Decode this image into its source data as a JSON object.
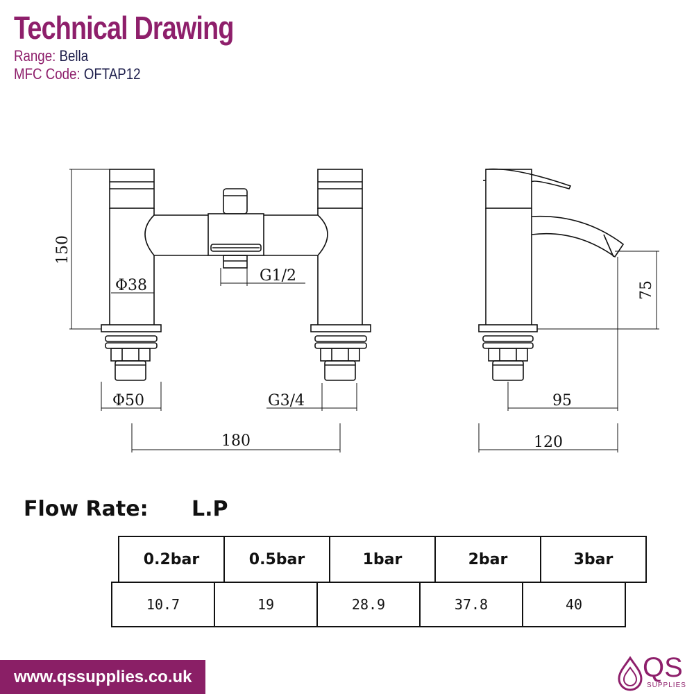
{
  "header": {
    "title": "Technical Drawing",
    "range_label": "Range:",
    "range_value": "Bella",
    "code_label": "MFC Code:",
    "code_value": "OFTAP12"
  },
  "dimensions": {
    "height": "150",
    "pillar_diameter": "Φ38",
    "outlet_thread": "G1/2",
    "base_diameter": "Φ50",
    "inlet_thread": "G3/4",
    "centres": "180",
    "spout_height": "75",
    "spout_projection": "95",
    "overall_depth": "120"
  },
  "flow": {
    "title": "Flow Rate:",
    "pressure_type": "L.P",
    "pressures": [
      "0.2bar",
      "0.5bar",
      "1bar",
      "2bar",
      "3bar"
    ],
    "rates": [
      "10.7",
      "19",
      "28.9",
      "37.8",
      "40"
    ]
  },
  "footer": {
    "website": "www.qssupplies.co.uk",
    "logo_text": "QS",
    "logo_sub": "SUPPLIES"
  },
  "colors": {
    "brand": "#8e1f6b",
    "navy": "#1b1c4a"
  }
}
